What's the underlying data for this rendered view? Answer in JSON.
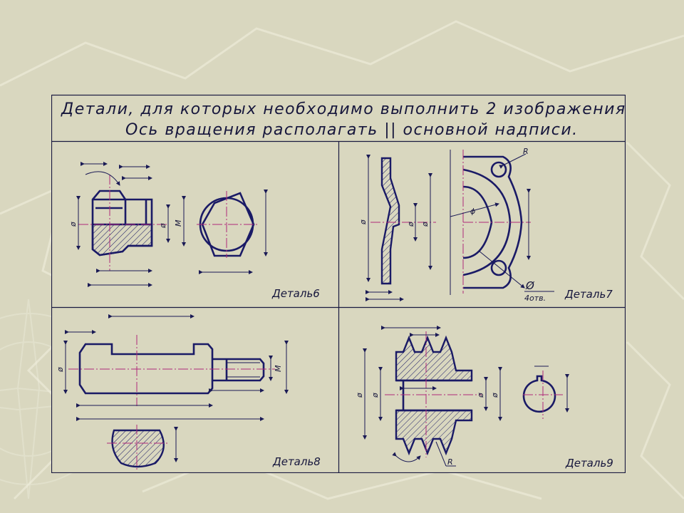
{
  "header": {
    "line1": "Детали, для которых необходимо выполнить 2 изображения.",
    "line2": "Ось вращения располагать || основной надписи."
  },
  "panels": {
    "p6": {
      "label": "Деталь6"
    },
    "p7": {
      "label": "Деталь7",
      "note_value": "Ø",
      "note_count": "4отв.",
      "radius": "R",
      "dia": "ϕ"
    },
    "p8": {
      "label": "Деталь8"
    },
    "p9": {
      "label": "Деталь9",
      "radius": "R"
    }
  },
  "dims": {
    "dia": "ø",
    "thread": "M"
  },
  "colors": {
    "outline": "#1a1a66",
    "axis": "#b0287a",
    "background": "#d9d7bf"
  }
}
